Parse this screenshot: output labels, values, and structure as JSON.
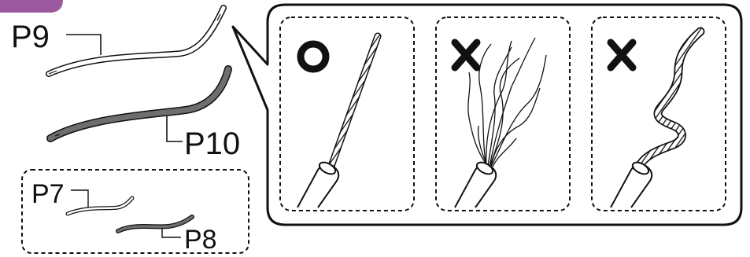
{
  "colors": {
    "header_badge": "#9b5a9f",
    "ink": "#111111",
    "wire_light": "#ffffff",
    "wire_dark": "#6e6e6e"
  },
  "labels": {
    "p9": "P9",
    "p10": "P10",
    "p7": "P7",
    "p8": "P8"
  },
  "panels": [
    {
      "mark": "O",
      "mark_icon": "circle-ok-icon",
      "meaning": "correct"
    },
    {
      "mark": "✕",
      "mark_icon": "cross-icon",
      "meaning": "incorrect"
    },
    {
      "mark": "✕",
      "mark_icon": "cross-icon",
      "meaning": "incorrect"
    }
  ]
}
